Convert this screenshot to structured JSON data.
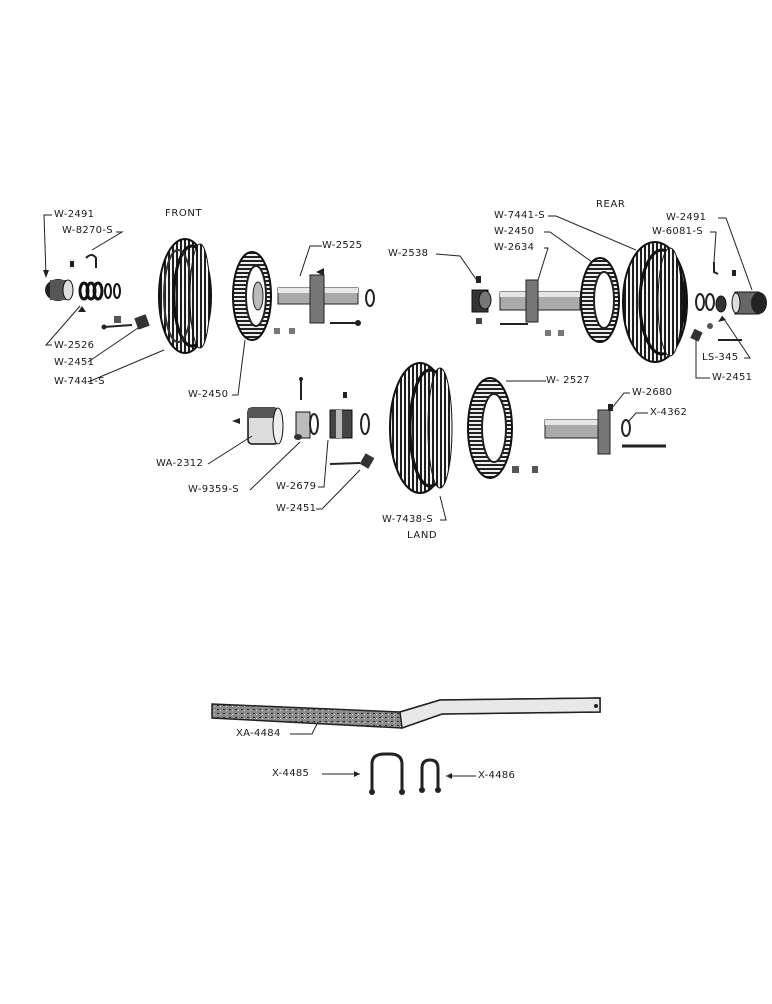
{
  "headers": {
    "front": "FRONT",
    "rear": "REAR",
    "land": "LAND"
  },
  "labels": {
    "w2491_front": "W-2491",
    "w8270s": "W-8270-S",
    "w2526": "W-2526",
    "w2451_front": "W-2451",
    "w7441s_front": "W-7441-S",
    "w2525": "W-2525",
    "w2450_front": "W-2450",
    "w2538": "W-2538",
    "w7441s_rear": "W-7441-S",
    "w2450_rear": "W-2450",
    "w2634": "W-2634",
    "w2491_rear": "W-2491",
    "w6081s": "W-6081-S",
    "ls345": "LS-345",
    "w2451_rear": "W-2451",
    "w2527": "W- 2527",
    "w2680": "W-2680",
    "x4362": "X-4362",
    "wa2312": "WA-2312",
    "w9359s": "W-9359-S",
    "w2679": "W-2679",
    "w2451_land": "W-2451",
    "w7438s": "W-7438-S",
    "xa4484": "XA-4484",
    "x4485": "X-4485",
    "x4486": "X-4486"
  }
}
